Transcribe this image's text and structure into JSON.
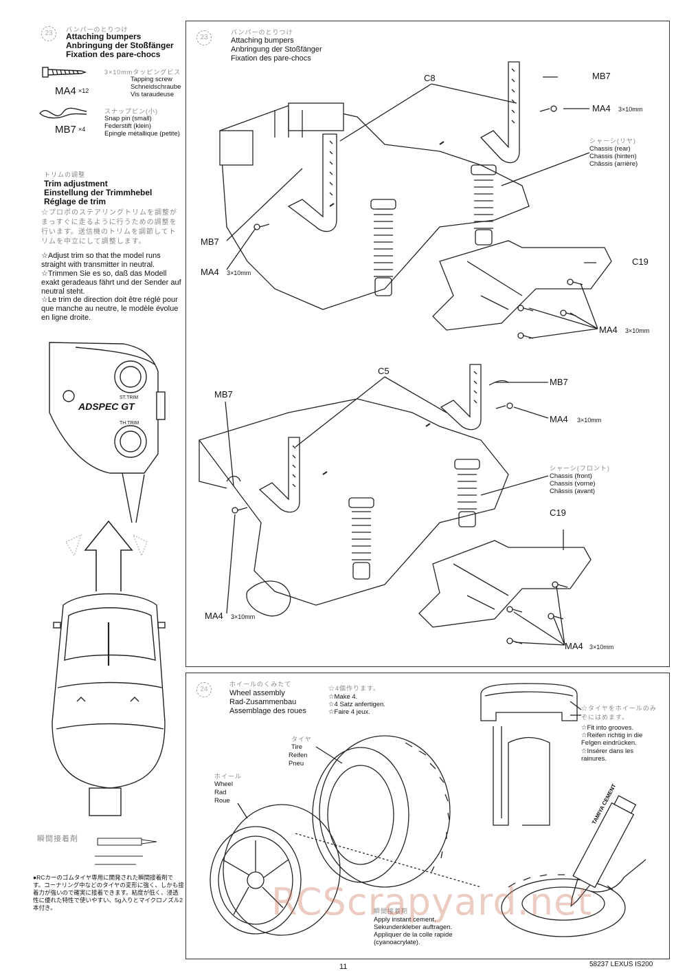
{
  "left": {
    "bumpers": {
      "step_symbol": "23",
      "jp": "バンパーのとりつけ",
      "en": "Attaching bumpers",
      "de": "Anbringung der Stoßfänger",
      "fr": "Fixation des pare-chocs"
    },
    "parts": [
      {
        "code": "MA4",
        "qty": "×12",
        "jp": "3×10mmタッピングビス",
        "en": "Tapping screw",
        "de": "Schneidschraube",
        "fr": "Vis taraudeuse"
      },
      {
        "code": "MB7",
        "qty": "×4",
        "jp": "スナップピン(小)",
        "en": "Snap pin (small)",
        "de": "Federstift (klein)",
        "fr": "Epingle métallique (petite)"
      }
    ],
    "trim": {
      "jp": "トリムの調整",
      "en": "Trim adjustment",
      "de": "Einstellung der Trimmhebel",
      "fr": "Réglage de trim",
      "jp_body": "☆プロポのステアリングトリムを調整がまっすぐに走るように行うための調整を行います。送信機のトリムを調節してトリムを中立にして調整します。",
      "en_body": "☆Adjust trim so that the model runs straight with transmitter in neutral.",
      "de_body": "☆Trimmen Sie es so, daß das Modell exakt geradeaus fährt und der Sender auf neutral steht.",
      "fr_body": "☆Le trim de direction doit être réglé pour que manche au neutre, le modèle évolue en ligne droite."
    },
    "transmitter": {
      "brand": "ADSPEC GT",
      "st_trim": "ST.TRIM",
      "th_trim": "TH.TRIM"
    },
    "cement_note": {
      "jp_title": "瞬間接着剤",
      "jp_body": "●RCカーのゴムタイヤ専用に開発された瞬間接着剤です。コーナリング中などのタイヤの変形に強く、しかも接着力が強いので確実に接着できます。粘度が低く、浸透性に優れた特性で使いやすい、5g入りとマイクロノズル2本付き。"
    }
  },
  "rear_panel": {
    "step_symbol": "23",
    "jp": "バンパーのとりつけ",
    "en": "Attaching bumpers",
    "de": "Anbringung der Stoßfänger",
    "fr": "Fixation des pare-chocs",
    "labels": {
      "c8": "C8",
      "mb7_top": "MB7",
      "ma4_top": "MA4",
      "ma4_top_dim": "3×10mm",
      "chassis_jp": "シャーシ(リヤ)",
      "chassis_en": "Chassis (rear)",
      "chassis_de": "Chassis (hinten)",
      "chassis_fr": "Châssis (arrière)",
      "c19": "C19",
      "mb7_left": "MB7",
      "ma4_left": "MA4",
      "ma4_left_dim": "3×10mm",
      "ma4_bottom": "MA4",
      "ma4_bottom_dim": "3×10mm"
    }
  },
  "front_panel": {
    "labels": {
      "c5": "C5",
      "mb7_top": "MB7",
      "ma4_top": "MA4",
      "ma4_top_dim": "3×10mm",
      "mb7_left": "MB7",
      "chassis_jp": "シャーシ(フロント)",
      "chassis_en": "Chassis (front)",
      "chassis_de": "Chassis (vorne)",
      "chassis_fr": "Châssis (avant)",
      "c19": "C19",
      "ma4_left": "MA4",
      "ma4_left_dim": "3×10mm",
      "ma4_bottom": "MA4",
      "ma4_bottom_dim": "3×10mm"
    }
  },
  "wheel_panel": {
    "step_symbol": "24",
    "jp": "ホイールのくみたて",
    "en": "Wheel assembly",
    "de": "Rad-Zusammenbau",
    "fr": "Assemblage des roues",
    "make_jp": "☆4個作ります。",
    "make_en": "☆Make 4.",
    "make_de": "☆4 Satz anfertigen.",
    "make_fr": "☆Faire 4 jeux.",
    "tire_jp": "タイヤ",
    "tire_en": "Tire",
    "tire_de": "Reifen",
    "tire_fr": "Pneu",
    "wheel_jp": "ホイール",
    "wheel_en": "Wheel",
    "wheel_de": "Rad",
    "wheel_fr": "Roue",
    "groove_jp": "☆タイヤをホイールのみぞにはめます。",
    "groove_en": "☆Fit into grooves.",
    "groove_de": "☆Reifen richtig in die Felgen eindrücken.",
    "groove_fr": "☆Insérer dans les rainures.",
    "cement_jp": "瞬間接着剤",
    "cement_en": "Apply instant cement.",
    "cement_de": "Sekundenkleber auftragen.",
    "cement_fr": "Appliquer de la colle rapide (cyanoacrylate).",
    "tube_label": "TAMIYA CEMENT"
  },
  "footer": {
    "model": "58237 LEXUS IS200",
    "page": "11"
  },
  "watermark": "RCScrapyard.net"
}
